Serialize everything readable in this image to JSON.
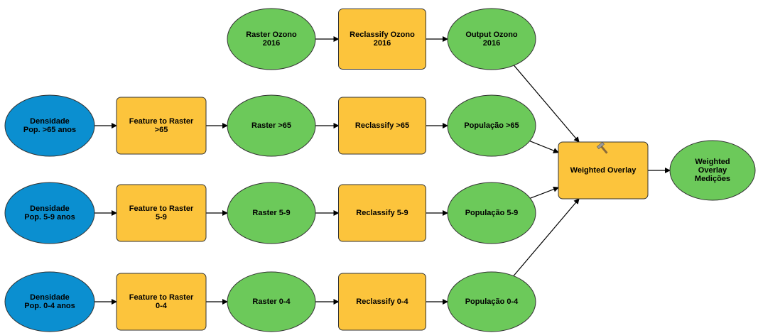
{
  "colors": {
    "input_data": "#0b8fd0",
    "tool": "#fcc43c",
    "derived_data": "#6cc95a",
    "outline": "#333333",
    "connector": "#000000"
  },
  "nodes": {
    "raster_ozono_2016": {
      "label": "Raster Ozono\n2016",
      "kind": "derived_data"
    },
    "reclassify_ozono_2016": {
      "label": "Reclassify Ozono\n2016",
      "kind": "tool"
    },
    "output_ozono_2016": {
      "label": "Output Ozono\n2016",
      "kind": "derived_data"
    },
    "densidade_65": {
      "label": "Densidade\nPop. >65 anos",
      "kind": "input_data"
    },
    "feature_to_raster_65": {
      "label": "Feature to Raster\n>65",
      "kind": "tool"
    },
    "raster_65": {
      "label": "Raster >65",
      "kind": "derived_data"
    },
    "reclassify_65": {
      "label": "Reclassify >65",
      "kind": "tool"
    },
    "populacao_65": {
      "label": "População >65",
      "kind": "derived_data"
    },
    "densidade_5_9": {
      "label": "Densidade\nPop. 5-9 anos",
      "kind": "input_data"
    },
    "feature_to_raster_5_9": {
      "label": "Feature to Raster\n5-9",
      "kind": "tool"
    },
    "raster_5_9": {
      "label": "Raster 5-9",
      "kind": "derived_data"
    },
    "reclassify_5_9": {
      "label": "Reclassify 5-9",
      "kind": "tool"
    },
    "populacao_5_9": {
      "label": "População 5-9",
      "kind": "derived_data"
    },
    "densidade_0_4": {
      "label": "Densidade\nPop. 0-4 anos",
      "kind": "input_data"
    },
    "feature_to_raster_0_4": {
      "label": "Feature to Raster\n0-4",
      "kind": "tool"
    },
    "raster_0_4": {
      "label": "Raster 0-4",
      "kind": "derived_data"
    },
    "reclassify_0_4": {
      "label": "Reclassify 0-4",
      "kind": "tool"
    },
    "populacao_0_4": {
      "label": "População 0-4",
      "kind": "derived_data"
    },
    "weighted_overlay": {
      "label": "Weighted Overlay",
      "kind": "tool",
      "icon": "hammer-icon"
    },
    "weighted_overlay_medicoes": {
      "label": "Weighted\nOverlay\nMedições",
      "kind": "derived_data"
    }
  },
  "edges": [
    [
      "raster_ozono_2016",
      "reclassify_ozono_2016"
    ],
    [
      "reclassify_ozono_2016",
      "output_ozono_2016"
    ],
    [
      "output_ozono_2016",
      "weighted_overlay"
    ],
    [
      "densidade_65",
      "feature_to_raster_65"
    ],
    [
      "feature_to_raster_65",
      "raster_65"
    ],
    [
      "raster_65",
      "reclassify_65"
    ],
    [
      "reclassify_65",
      "populacao_65"
    ],
    [
      "populacao_65",
      "weighted_overlay"
    ],
    [
      "densidade_5_9",
      "feature_to_raster_5_9"
    ],
    [
      "feature_to_raster_5_9",
      "raster_5_9"
    ],
    [
      "raster_5_9",
      "reclassify_5_9"
    ],
    [
      "reclassify_5_9",
      "populacao_5_9"
    ],
    [
      "populacao_5_9",
      "weighted_overlay"
    ],
    [
      "densidade_0_4",
      "feature_to_raster_0_4"
    ],
    [
      "feature_to_raster_0_4",
      "raster_0_4"
    ],
    [
      "raster_0_4",
      "reclassify_0_4"
    ],
    [
      "reclassify_0_4",
      "populacao_0_4"
    ],
    [
      "populacao_0_4",
      "weighted_overlay"
    ],
    [
      "weighted_overlay",
      "weighted_overlay_medicoes"
    ]
  ]
}
